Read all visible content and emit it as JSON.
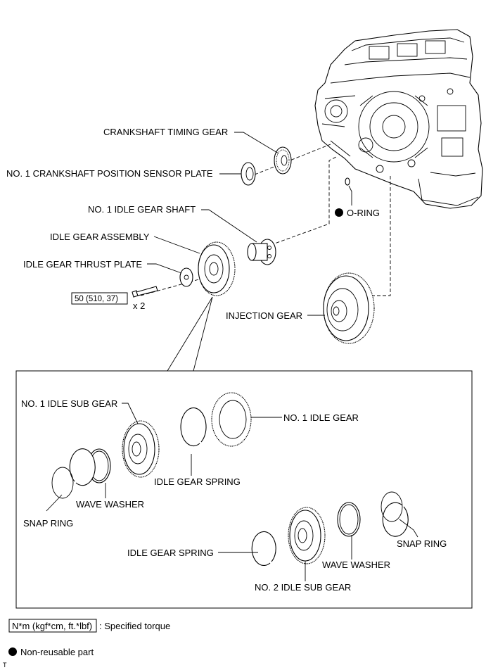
{
  "labels": {
    "crankshaft_timing_gear": "CRANKSHAFT TIMING GEAR",
    "crankshaft_position_sensor_plate": "NO. 1 CRANKSHAFT POSITION SENSOR PLATE",
    "o_ring": "O-RING",
    "idle_gear_shaft": "NO. 1 IDLE GEAR SHAFT",
    "idle_gear_assembly": "IDLE GEAR ASSEMBLY",
    "idle_gear_thrust_plate": "IDLE GEAR THRUST PLATE",
    "torque_value": "50 (510, 37)",
    "bolt_quantity": "x 2",
    "injection_gear": "INJECTION GEAR",
    "no1_idle_sub_gear": "NO. 1 IDLE SUB GEAR",
    "no1_idle_gear": "NO. 1 IDLE GEAR",
    "idle_gear_spring_upper": "IDLE GEAR SPRING",
    "wave_washer_left": "WAVE WASHER",
    "snap_ring_left": "SNAP RING",
    "idle_gear_spring_lower": "IDLE GEAR SPRING",
    "wave_washer_right": "WAVE WASHER",
    "snap_ring_right": "SNAP RING",
    "no2_idle_sub_gear": "NO. 2 IDLE SUB GEAR"
  },
  "legend": {
    "torque_unit": "N*m (kgf*cm, ft.*lbf)",
    "torque_desc": ": Specified torque",
    "nonreusable_desc": "Non-reusable part"
  },
  "footer_mark": "T"
}
